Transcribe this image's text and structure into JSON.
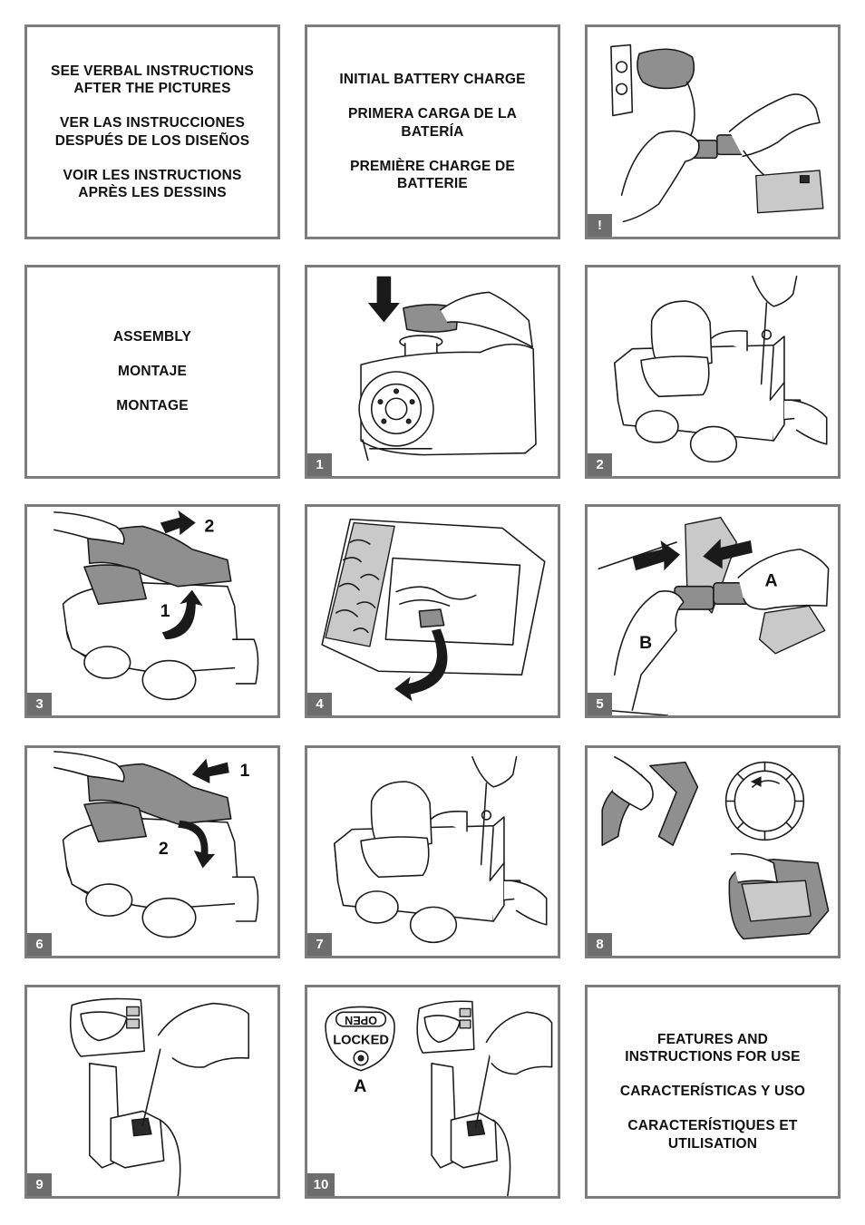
{
  "panels": {
    "intro": {
      "lines": [
        "SEE VERBAL INSTRUCTIONS\nAFTER THE PICTURES",
        "VER LAS INSTRUCCIONES\nDESPUÉS DE LOS DISEÑOS",
        "VOIR LES INSTRUCTIONS\nAPRÈS LES DESSINS"
      ]
    },
    "battery_charge": {
      "lines": [
        "INITIAL BATTERY CHARGE",
        "PRIMERA CARGA DE LA\nBATERÍA",
        "PREMIÈRE CHARGE DE\nBATTERIE"
      ]
    },
    "warning": {
      "badge": "!"
    },
    "assembly": {
      "lines": [
        "ASSEMBLY",
        "MONTAJE",
        "MONTAGE"
      ]
    },
    "step1": {
      "badge": "1"
    },
    "step2": {
      "badge": "2"
    },
    "step3": {
      "badge": "3",
      "arrow_labels": [
        "2",
        "1"
      ]
    },
    "step4": {
      "badge": "4"
    },
    "step5": {
      "badge": "5",
      "labels": [
        "A",
        "B"
      ]
    },
    "step6": {
      "badge": "6",
      "arrow_labels": [
        "1",
        "2"
      ]
    },
    "step7": {
      "badge": "7"
    },
    "step8": {
      "badge": "8"
    },
    "step9": {
      "badge": "9"
    },
    "step10": {
      "badge": "10",
      "lock_open": "OPEN",
      "lock_locked": "LOCKED",
      "label": "A"
    },
    "features": {
      "lines": [
        "FEATURES AND\nINSTRUCTIONS FOR USE",
        "CARACTERÍSTICAS Y USO",
        "CARACTERÍSTIQUES ET\nUTILISATION"
      ]
    }
  },
  "colors": {
    "border": "#7d7d7d",
    "badge": "#6d6d6d"
  }
}
